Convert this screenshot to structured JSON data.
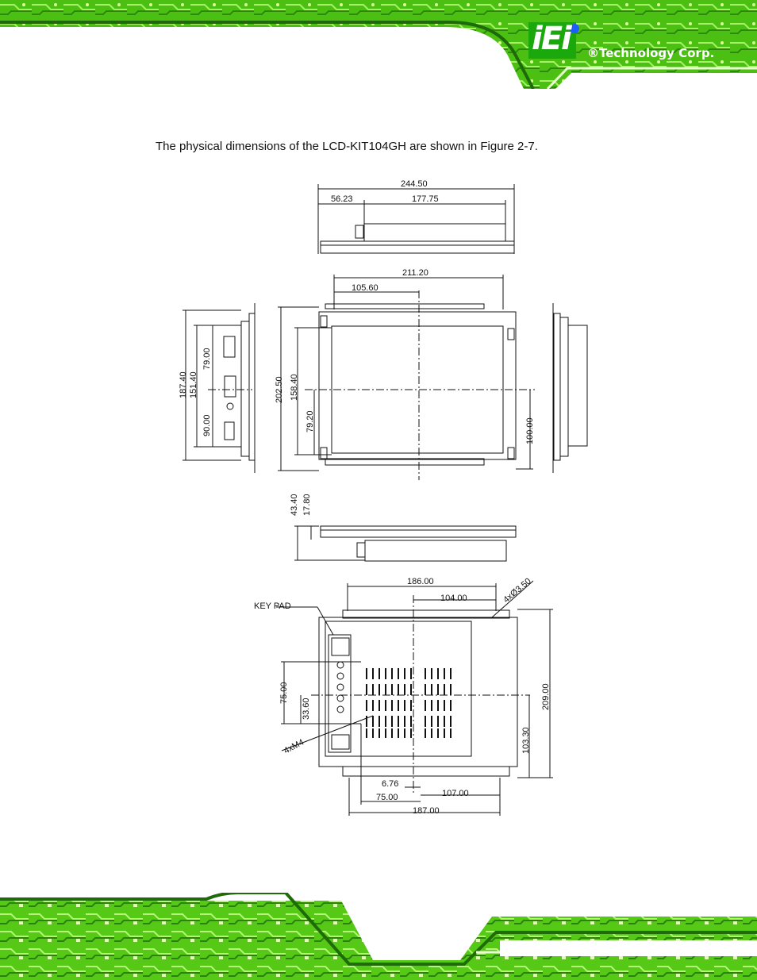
{
  "header": {
    "logo_text": "iEi",
    "brand": "®Technology Corp."
  },
  "body": {
    "intro": "The physical dimensions of the LCD-KIT104GH are shown in Figure 2-7."
  },
  "dimensions": {
    "top_overall": "244.50",
    "top_left": "56.23",
    "top_right": "177.75",
    "front_width": "211.20",
    "front_half": "105.60",
    "side_187": "187.40",
    "side_151": "151.40",
    "side_79": "79.00",
    "side_90": "90.00",
    "front_height": "202.50",
    "front_158": "158.40",
    "front_79": "79.20",
    "front_100": "100.00",
    "bottom_43": "43.40",
    "bottom_17": "17.80",
    "rear_186": "186.00",
    "rear_104": "104.00",
    "rear_hole": "4xØ3.50",
    "keypad": "KEY PAD",
    "rear_75v": "75.00",
    "rear_33": "33.60",
    "rear_m4": "4xM4",
    "rear_209": "209.00",
    "rear_103": "103.30",
    "rear_676": "6.76",
    "rear_75h": "75.00",
    "rear_107": "107.00",
    "rear_187": "187.00"
  },
  "colors": {
    "pcb_green": "#5fd21a",
    "pcb_dark": "#1f6b0a",
    "ink": "#111111"
  }
}
